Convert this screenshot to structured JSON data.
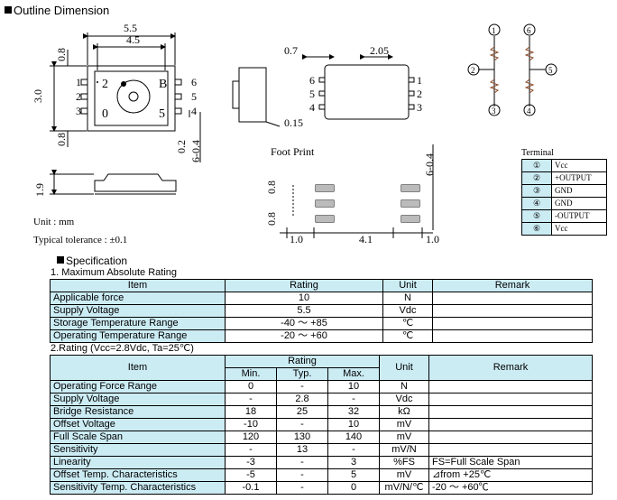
{
  "outline": {
    "heading": "Outline Dimension",
    "dims": {
      "w55": "5.5",
      "w45": "4.5",
      "h30": "3.0",
      "h08a": "0.8",
      "h08b": "0.8",
      "h02": "0.2",
      "h6m04": "6-0.4",
      "h19": "1.9",
      "s07": "0.7",
      "s205": "2.05",
      "s015": "0.15"
    },
    "pins_left": [
      "1",
      "2",
      "3"
    ],
    "pins_right": [
      "6",
      "5",
      "4"
    ],
    "marks": {
      "two": "2",
      "zero": "0",
      "B": "B",
      "five": "5"
    },
    "side_left": [
      "6",
      "5",
      "4"
    ],
    "side_right": [
      "1",
      "2",
      "3"
    ],
    "unit_note": "Unit : mm",
    "tolerance_note": "Typical tolerance : ±0.1"
  },
  "footprint": {
    "title": "Foot Print",
    "dims": {
      "a": "0.8",
      "b": "0.8",
      "c": "6-0.4",
      "d": "1.0",
      "e": "4.1",
      "f": "1.0"
    }
  },
  "circuit": {
    "nodes": [
      "1",
      "2",
      "3",
      "4",
      "5",
      "6"
    ]
  },
  "terminal": {
    "title": "Terminal",
    "rows": [
      {
        "n": "①",
        "v": "Vcc"
      },
      {
        "n": "②",
        "v": "+OUTPUT"
      },
      {
        "n": "③",
        "v": "GND"
      },
      {
        "n": "④",
        "v": "GND"
      },
      {
        "n": "⑤",
        "v": "-OUTPUT"
      },
      {
        "n": "⑥",
        "v": "Vcc"
      }
    ]
  },
  "spec": {
    "heading": "Specification",
    "sub1": "1. Maximum Absolute Rating",
    "t1_headers": [
      "Item",
      "Rating",
      "Unit",
      "Remark"
    ],
    "t1_rows": [
      [
        "Applicable force",
        "10",
        "N",
        ""
      ],
      [
        "Supply Voltage",
        "5.5",
        "Vdc",
        ""
      ],
      [
        "Storage Temperature Range",
        "-40 ～ +85",
        "℃",
        ""
      ],
      [
        "Operating Temperature Range",
        "-20 ～ +60",
        "℃",
        ""
      ]
    ],
    "sub2": "2.Rating (Vcc=2.8Vdc, Ta=25℃)",
    "t2_headers": {
      "item": "Item",
      "rating": "Rating",
      "min": "Min.",
      "typ": "Typ.",
      "max": "Max.",
      "unit": "Unit",
      "remark": "Remark"
    },
    "t2_rows": [
      [
        "Operating Force Range",
        "0",
        "-",
        "10",
        "N",
        ""
      ],
      [
        "Supply Voltage",
        "-",
        "2.8",
        "-",
        "Vdc",
        ""
      ],
      [
        "Bridge Resistance",
        "18",
        "25",
        "32",
        "kΩ",
        ""
      ],
      [
        "Offset Voltage",
        "-10",
        "-",
        "10",
        "mV",
        ""
      ],
      [
        "Full Scale Span",
        "120",
        "130",
        "140",
        "mV",
        ""
      ],
      [
        "Sensitivity",
        "-",
        "13",
        "-",
        "mV/N",
        ""
      ],
      [
        "Linearity",
        "-3",
        "-",
        "3",
        "%FS",
        "FS=Full Scale Span"
      ],
      [
        "Offset Temp. Characteristics",
        "-5",
        "-",
        "5",
        "mV",
        "⊿from +25℃"
      ],
      [
        "Sensitivity Temp. Characteristics",
        "-0.1",
        "-",
        "0",
        "mV/N/℃",
        "-20 ～ +60℃"
      ]
    ]
  }
}
